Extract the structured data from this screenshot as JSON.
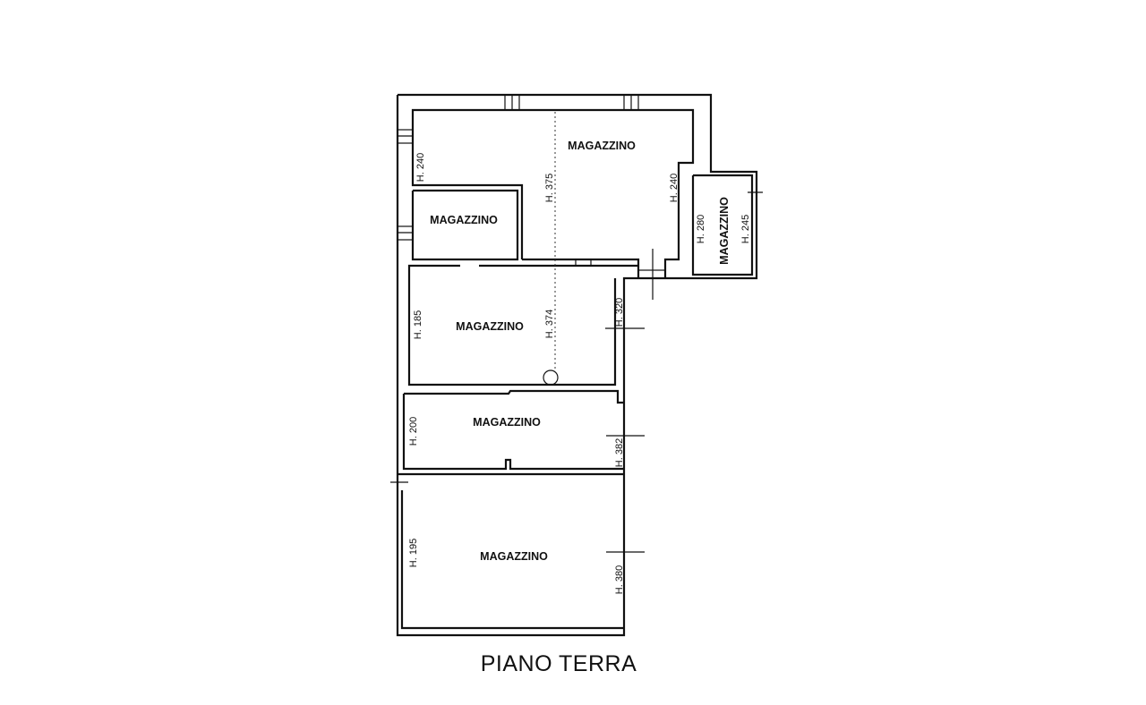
{
  "title": "PIANO TERRA",
  "rooms": [
    {
      "label": "MAGAZZINO",
      "heights": [
        "H. 240",
        "H. 375",
        "H. 240"
      ]
    },
    {
      "label": "MAGAZZINO",
      "heights": []
    },
    {
      "label": "MAGAZZINO",
      "heights": [
        "H. 280",
        "H. 245"
      ]
    },
    {
      "label": "MAGAZZINO",
      "heights": [
        "H. 185",
        "H. 374",
        "H. 320"
      ]
    },
    {
      "label": "MAGAZZINO",
      "heights": [
        "H. 200",
        "H. 382"
      ]
    },
    {
      "label": "MAGAZZINO",
      "heights": [
        "H. 195",
        "H. 380"
      ]
    }
  ]
}
